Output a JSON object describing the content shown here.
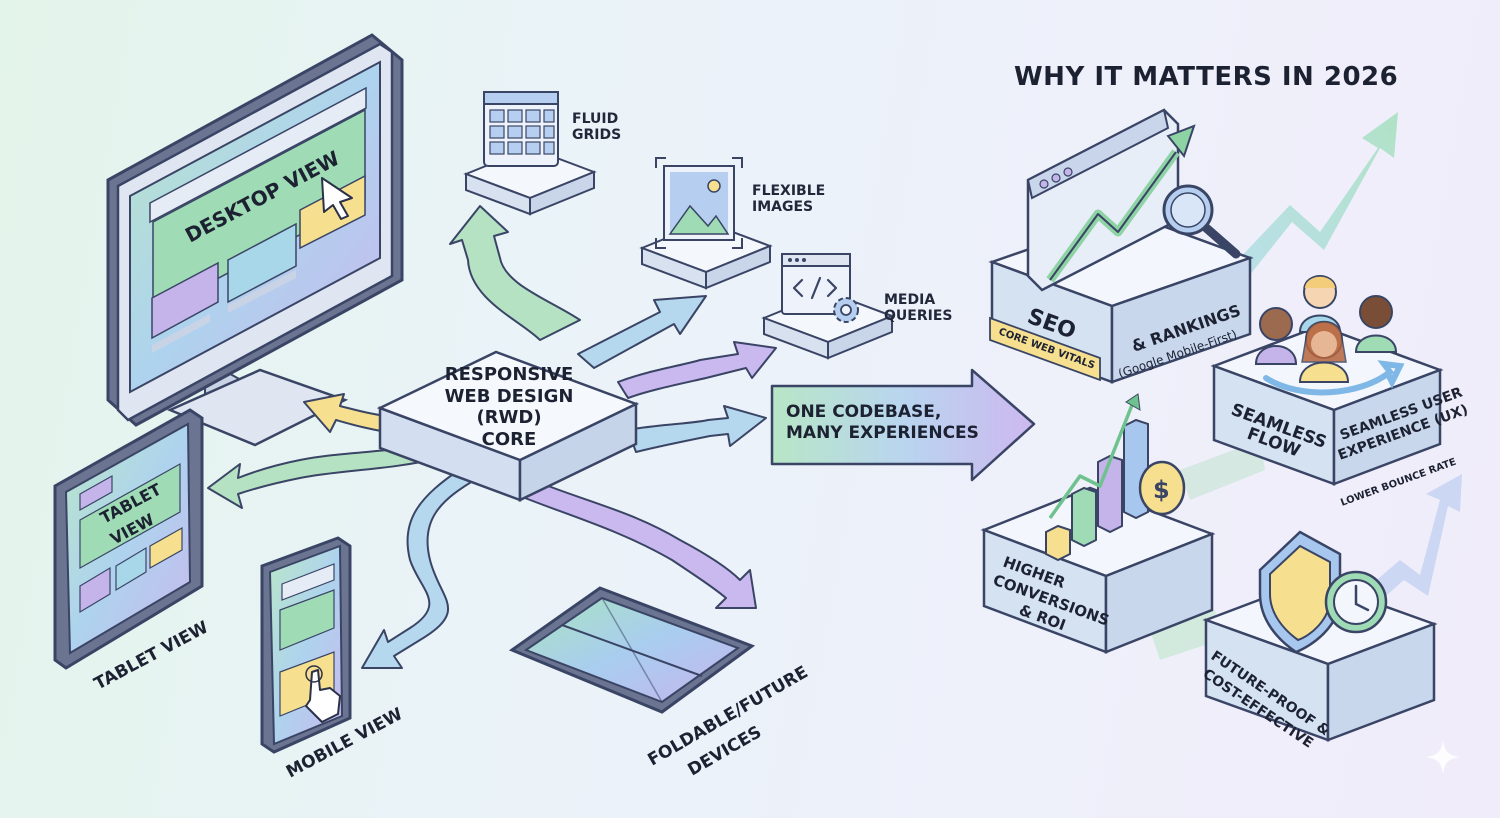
{
  "header": {
    "title": "WHY IT MATTERS IN 2026"
  },
  "core": {
    "title_lines": [
      "RESPONSIVE",
      "WEB DESIGN",
      "(RWD)",
      "CORE"
    ]
  },
  "features": {
    "fluid_grids": [
      "FLUID",
      "GRIDS"
    ],
    "flexible_images": [
      "FLEXIBLE",
      "IMAGES"
    ],
    "media_queries": [
      "MEDIA",
      "QUERIES"
    ]
  },
  "devices": {
    "desktop_screen": "DESKTOP VIEW",
    "tablet_screen": [
      "TABLET",
      "VIEW"
    ],
    "tablet_label": "TABLET VIEW",
    "mobile_label": "MOBILE VIEW",
    "foldable_label": [
      "FOLDABLE/FUTURE",
      "DEVICES"
    ]
  },
  "codebase": {
    "lines": [
      "ONE CODEBASE,",
      "MANY EXPERIENCES"
    ]
  },
  "benefits": {
    "seo": {
      "title": "SEO",
      "badge": "CORE WEB VITALS",
      "side": [
        "& RANKINGS",
        "(Google Mobile-First)"
      ]
    },
    "ux": {
      "front": [
        "SEAMLESS",
        "FLOW"
      ],
      "side": [
        "SEAMLESS USER",
        "EXPERIENCE (UX)"
      ],
      "note": "LOWER BOUNCE RATE"
    },
    "conversions": {
      "front": [
        "HIGHER",
        "CONVERSIONS",
        "& ROI"
      ]
    },
    "future": {
      "front": [
        "FUTURE-PROOF &",
        "COST-EFFECTIVE"
      ]
    }
  },
  "icons": {
    "grid": "grid-icon",
    "image": "image-icon",
    "code": "code-icon",
    "gear": "gear-icon",
    "cursor": "cursor-icon",
    "hand": "hand-pointer-icon",
    "magnifier": "magnifier-icon",
    "dollar": "dollar-coin-icon",
    "shield": "shield-icon",
    "clock": "clock-icon",
    "sparkle": "sparkle-icon"
  },
  "colors": {
    "green": "#a9dcb9",
    "blue": "#9cc6e6",
    "purple": "#c6b4ea",
    "yellow": "#f6df8e",
    "outline": "#3a4566",
    "ink": "#1d2233"
  }
}
